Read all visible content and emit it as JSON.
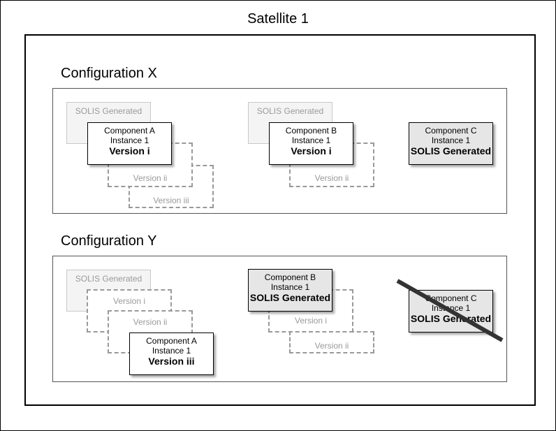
{
  "title": "Satellite 1",
  "configurations": [
    {
      "name": "Configuration X",
      "components": [
        {
          "solis_label": "SOLIS Generated",
          "name": "Component A",
          "instance": "Instance 1",
          "version": "Version i",
          "ghost_versions": [
            "Version ii",
            "Version iii"
          ]
        },
        {
          "solis_label": "SOLIS Generated",
          "name": "Component B",
          "instance": "Instance 1",
          "version": "Version i",
          "ghost_versions": [
            "Version ii"
          ]
        },
        {
          "name": "Component C",
          "instance": "Instance 1",
          "version": "SOLIS Generated"
        }
      ]
    },
    {
      "name": "Configuration Y",
      "components": [
        {
          "solis_label": "SOLIS Generated",
          "name": "Component A",
          "instance": "Instance 1",
          "version": "Version iii",
          "ghost_versions": [
            "Version i",
            "Version ii"
          ]
        },
        {
          "name": "Component B",
          "instance": "Instance 1",
          "version": "SOLIS Generated",
          "ghost_versions": [
            "Version i",
            "Version ii"
          ]
        },
        {
          "name": "Component C",
          "instance": "Instance 1",
          "version": "SOLIS Generated",
          "status": "removed"
        }
      ]
    }
  ],
  "colors": {
    "removed_strike": "#333333",
    "solis_fill": "#e6e6e6",
    "ghost_border": "#999999"
  }
}
